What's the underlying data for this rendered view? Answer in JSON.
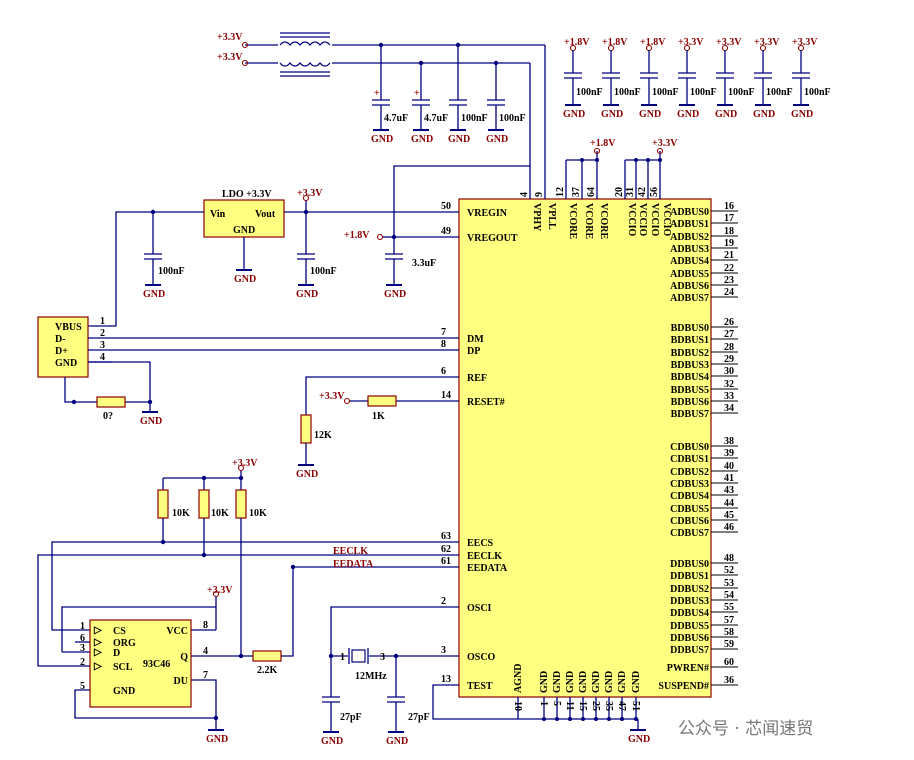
{
  "chip": {
    "left_pins": [
      {
        "num": "50",
        "label": "VREGIN"
      },
      {
        "num": "49",
        "label": "VREGOUT"
      },
      {
        "num": "7",
        "label": "DM"
      },
      {
        "num": "8",
        "label": "DP"
      },
      {
        "num": "6",
        "label": "REF"
      },
      {
        "num": "14",
        "label": "RESET#"
      },
      {
        "num": "63",
        "label": "EECS"
      },
      {
        "num": "62",
        "label": "EECLK"
      },
      {
        "num": "61",
        "label": "EEDATA"
      },
      {
        "num": "2",
        "label": "OSCI"
      },
      {
        "num": "3",
        "label": "OSCO"
      },
      {
        "num": "13",
        "label": "TEST"
      }
    ],
    "top_pins": [
      {
        "num": "4",
        "label": "VPHY"
      },
      {
        "num": "9",
        "label": "VPLL"
      },
      {
        "num": "12",
        "label": "VCORE"
      },
      {
        "num": "37",
        "label": "VCORE"
      },
      {
        "num": "64",
        "label": "VCORE"
      },
      {
        "num": "20",
        "label": "VCCIO"
      },
      {
        "num": "31",
        "label": "VCCIO"
      },
      {
        "num": "42",
        "label": "VCCIO"
      },
      {
        "num": "56",
        "label": "VCCIO"
      }
    ],
    "bottom_pins": [
      {
        "num": "10",
        "label": "AGND"
      },
      {
        "num": "1",
        "label": "GND"
      },
      {
        "num": "5",
        "label": "GND"
      },
      {
        "num": "11",
        "label": "GND"
      },
      {
        "num": "15",
        "label": "GND"
      },
      {
        "num": "25",
        "label": "GND"
      },
      {
        "num": "35",
        "label": "GND"
      },
      {
        "num": "47",
        "label": "GND"
      },
      {
        "num": "51",
        "label": "GND"
      }
    ],
    "right_pins": [
      {
        "num": "16",
        "label": "ADBUS0"
      },
      {
        "num": "17",
        "label": "ADBUS1"
      },
      {
        "num": "18",
        "label": "ADBUS2"
      },
      {
        "num": "19",
        "label": "ADBUS3"
      },
      {
        "num": "21",
        "label": "ADBUS4"
      },
      {
        "num": "22",
        "label": "ADBUS5"
      },
      {
        "num": "23",
        "label": "ADBUS6"
      },
      {
        "num": "24",
        "label": "ADBUS7"
      },
      {
        "num": "26",
        "label": "BDBUS0"
      },
      {
        "num": "27",
        "label": "BDBUS1"
      },
      {
        "num": "28",
        "label": "BDBUS2"
      },
      {
        "num": "29",
        "label": "BDBUS3"
      },
      {
        "num": "30",
        "label": "BDBUS4"
      },
      {
        "num": "32",
        "label": "BDBUS5"
      },
      {
        "num": "33",
        "label": "BDBUS6"
      },
      {
        "num": "34",
        "label": "BDBUS7"
      },
      {
        "num": "38",
        "label": "CDBUS0"
      },
      {
        "num": "39",
        "label": "CDBUS1"
      },
      {
        "num": "40",
        "label": "CDBUS2"
      },
      {
        "num": "41",
        "label": "CDBUS3"
      },
      {
        "num": "43",
        "label": "CDBUS4"
      },
      {
        "num": "44",
        "label": "CDBUS5"
      },
      {
        "num": "45",
        "label": "CDBUS6"
      },
      {
        "num": "46",
        "label": "CDBUS7"
      },
      {
        "num": "48",
        "label": "DDBUS0"
      },
      {
        "num": "52",
        "label": "DDBUS1"
      },
      {
        "num": "53",
        "label": "DDBUS2"
      },
      {
        "num": "54",
        "label": "DDBUS3"
      },
      {
        "num": "55",
        "label": "DDBUS4"
      },
      {
        "num": "57",
        "label": "DDBUS5"
      },
      {
        "num": "58",
        "label": "DDBUS6"
      },
      {
        "num": "59",
        "label": "DDBUS7"
      },
      {
        "num": "60",
        "label": "PWREN#"
      },
      {
        "num": "36",
        "label": "SUSPEND#"
      }
    ]
  },
  "usb": {
    "pin_nums": [
      "1",
      "2",
      "3",
      "4"
    ],
    "labels": [
      "VBUS",
      "D-",
      "D+",
      "GND"
    ]
  },
  "ldo": {
    "title": "LDO +3.3V",
    "vin": "Vin",
    "vout": "Vout",
    "gnd": "GND"
  },
  "eeprom": {
    "part": "93C46",
    "left_pins": [
      {
        "num": "1",
        "label": "CS"
      },
      {
        "num": "6",
        "label": "ORG"
      },
      {
        "num": "3",
        "label": "D"
      },
      {
        "num": "2",
        "label": "SCL"
      },
      {
        "num": "5",
        "label": "GND"
      }
    ],
    "right_pins": [
      {
        "num": "8",
        "label": "VCC"
      },
      {
        "num": "4",
        "label": "Q"
      },
      {
        "num": "7",
        "label": "DU"
      }
    ]
  },
  "nets": {
    "v33": "+3.3V",
    "v18": "+1.8V",
    "gnd": "GND",
    "eeclk": "EECLK",
    "eedata": "EEDATA"
  },
  "values": {
    "c47": "4.7uF",
    "c100n": "100nF",
    "c33": "3.3uF",
    "c27p": "27pF",
    "r12k": "12K",
    "r1k": "1K",
    "r10k": "10K",
    "r22k": "2.2K",
    "r0": "0?",
    "xtal": "12MHz"
  },
  "watermark": "公众号 · 芯闻速贸"
}
